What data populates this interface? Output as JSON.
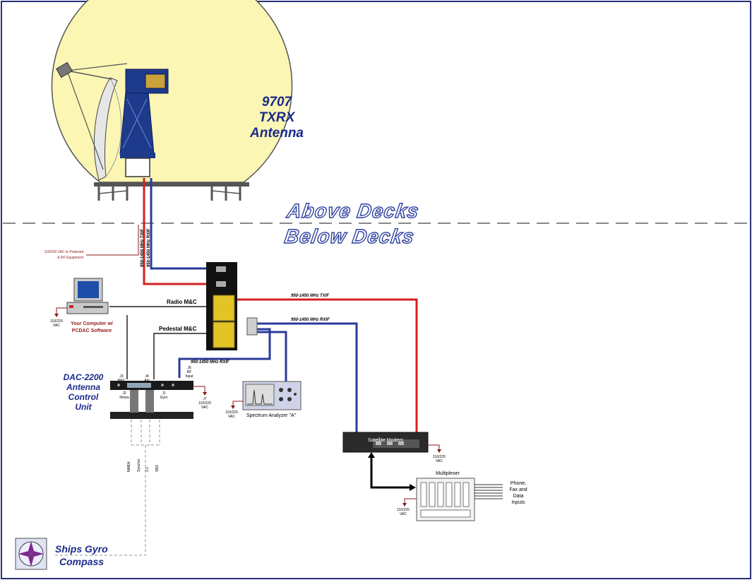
{
  "antenna": {
    "title_line1": "9707",
    "title_line2": "TXRX",
    "title_line3": "Antenna"
  },
  "decks": {
    "above": "Above Decks",
    "below": "Below Decks"
  },
  "labels": {
    "pedestal_power": "110/220 VAC to Pedestal & RF Equipment",
    "pedestal_power_line1": "110/220 VAC to Pedestal",
    "pedestal_power_line2": "& RF Equipment",
    "txif_vertical": "950-1450 MHz TXIF",
    "rxif_vertical": "950-1450 MHz RXIF",
    "radio_mc": "Radio M&C",
    "pedestal_mc": "Pedestal M&C",
    "txif_horizontal": "950-1450 MHz TXIF",
    "rxif_horizontal": "950-1450 MHz RXIF",
    "rxif_to_dac": "950-1450 MHz RXIF",
    "computer_line1": "Your Computer w/",
    "computer_line2": "PCDAC Software",
    "vac_110_220": "110/220",
    "vac": "VAC",
    "dac_line1": "DAC-2200",
    "dac_line2": "Antenna",
    "dac_line3": "Control",
    "dac_line4": "Unit",
    "j3": "J3",
    "j3_sub": "M&C",
    "j4": "J4",
    "j4_sub": "Ant",
    "j6": "J6",
    "j6_sub1": "RF",
    "j6_sub2": "Input",
    "j2": "J2",
    "j2_sub": "Nmea",
    "j1": "J1",
    "j1_sub": "Gyro",
    "j7": "J7",
    "spectrum_analyzer": "Spectrum Analyzer \"A\"",
    "satellite_modem": "Satellite Modem",
    "multiplexer": "Multiplexer",
    "phone_line1": "Phone,",
    "phone_line2": "Fax and",
    "phone_line3": "Data",
    "phone_line4": "Inputs",
    "gyro_in_nmea": "NMEA",
    "gyro_in_synchro": "Synchro",
    "gyro_in_sbs": "SBS",
    "gyro_in_ss": "1:1",
    "gyro_line1": "Ships Gyro",
    "gyro_line2": "Compass"
  },
  "colors": {
    "tx": "#d42020",
    "rx": "#2a3a9a",
    "border": "#2b2f7a",
    "dome": "#fbf6b4"
  }
}
